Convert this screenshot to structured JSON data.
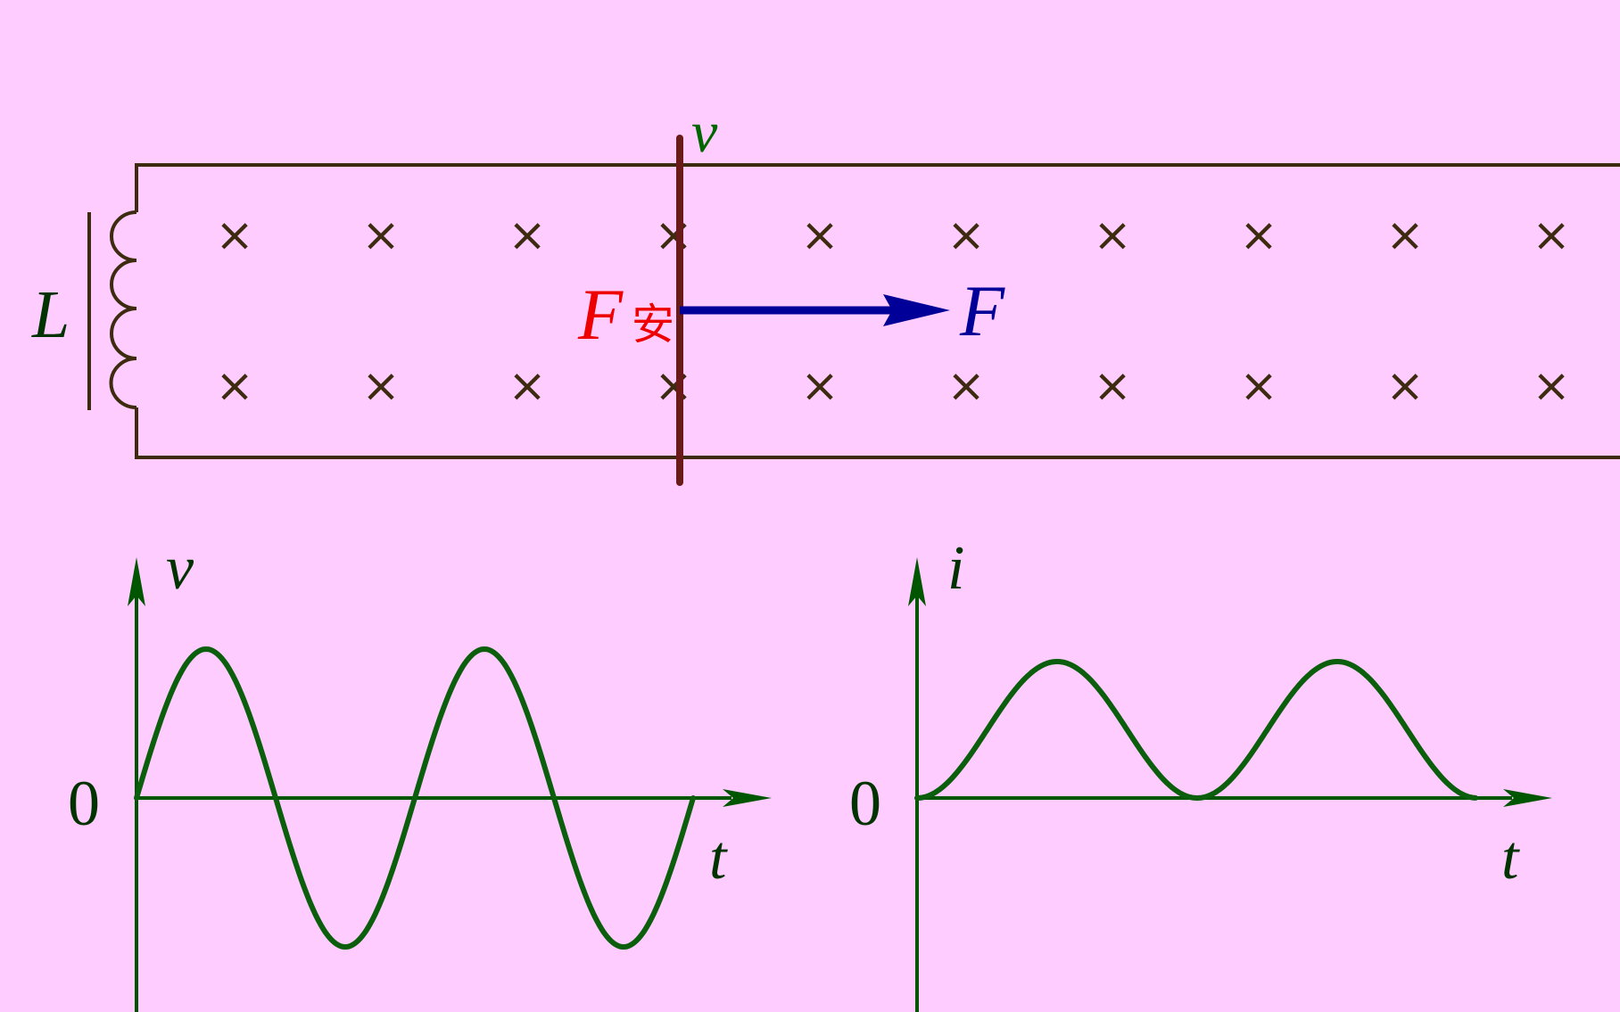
{
  "colors": {
    "background": "#FFCCFF",
    "rail": "#3D2B0F",
    "rod": "#6B1A1A",
    "field_mark": "#3D2B0F",
    "force_applied": "#000099",
    "force_ampere": "#EE0000",
    "velocity_label": "#006600",
    "graph": "#005500",
    "curve": "#0B5E0B"
  },
  "field_symbol": "×",
  "circuit": {
    "inductor_label": "L",
    "velocity_label": "v",
    "applied_force_label": "F",
    "ampere_force_label": "F",
    "ampere_force_subscript": "安"
  },
  "graph_velocity": {
    "y_label": "v",
    "x_label": "t",
    "origin_label": "0"
  },
  "graph_current": {
    "y_label": "i",
    "x_label": "t",
    "origin_label": "0"
  }
}
